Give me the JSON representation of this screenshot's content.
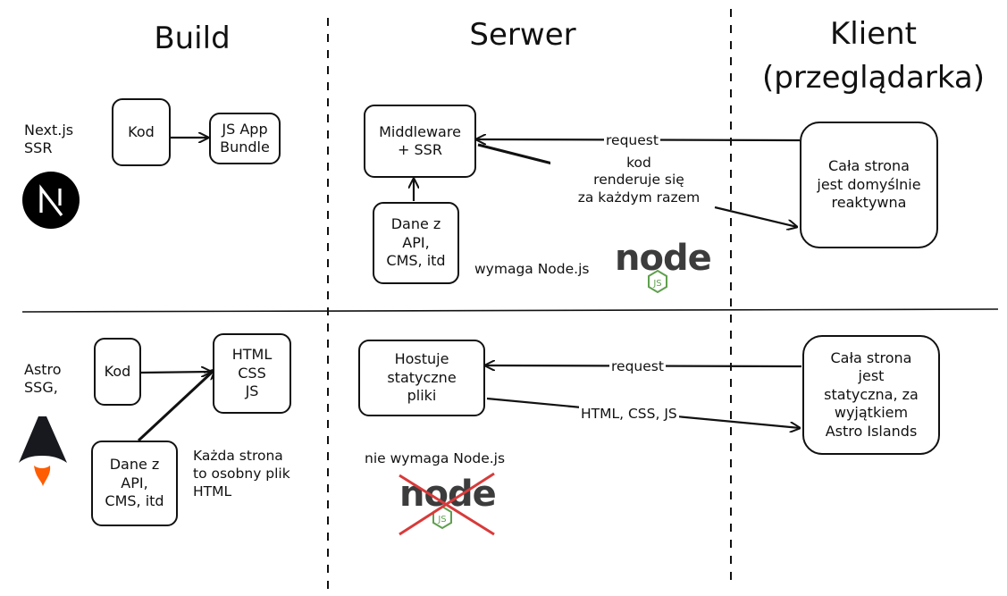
{
  "columns": {
    "build": "Build",
    "server": "Serwer",
    "client": "Klient\n(przeglądarka)"
  },
  "rows": [
    {
      "label": "Next.js\nSSR",
      "logo": "nextjs-logo",
      "build_boxes": {
        "code": "Kod",
        "bundle": "JS App\nBundle"
      },
      "server_boxes": {
        "main": "Middleware\n+ SSR",
        "data": "Dane z\nAPI,\nCMS, itd"
      },
      "client_box": "Cała strona\njest domyślnie\nreaktywna",
      "edges": {
        "request": "request",
        "response": "kod\nrenderuje się\nza każdym razem"
      },
      "note": "wymaga Node.js",
      "node_logo": {
        "word": "node",
        "badge": "JS",
        "crossed": false
      }
    },
    {
      "label": "Astro\nSSG,",
      "logo": "astro-logo",
      "build_boxes": {
        "code": "Kod",
        "output": "HTML\nCSS\nJS",
        "data": "Dane z\nAPI,\nCMS, itd"
      },
      "build_note": "Każda strona\nto osobny plik\nHTML",
      "server_boxes": {
        "main": "Hostuje\nstatyczne\npliki"
      },
      "client_box": "Cała strona\njest\nstatyczna, za\nwyjątkiem\nAstro Islands",
      "edges": {
        "request": "request",
        "response": "HTML, CSS, JS"
      },
      "note": "nie wymaga Node.js",
      "node_logo": {
        "word": "node",
        "badge": "JS",
        "crossed": true
      }
    }
  ],
  "colors": {
    "ink": "#111111",
    "node_green": "#5fa04e",
    "node_text": "#3c3c3c",
    "cross_red": "#d93a3a",
    "astro_flame": "#ff5d01",
    "astro_body": "#17191e"
  }
}
